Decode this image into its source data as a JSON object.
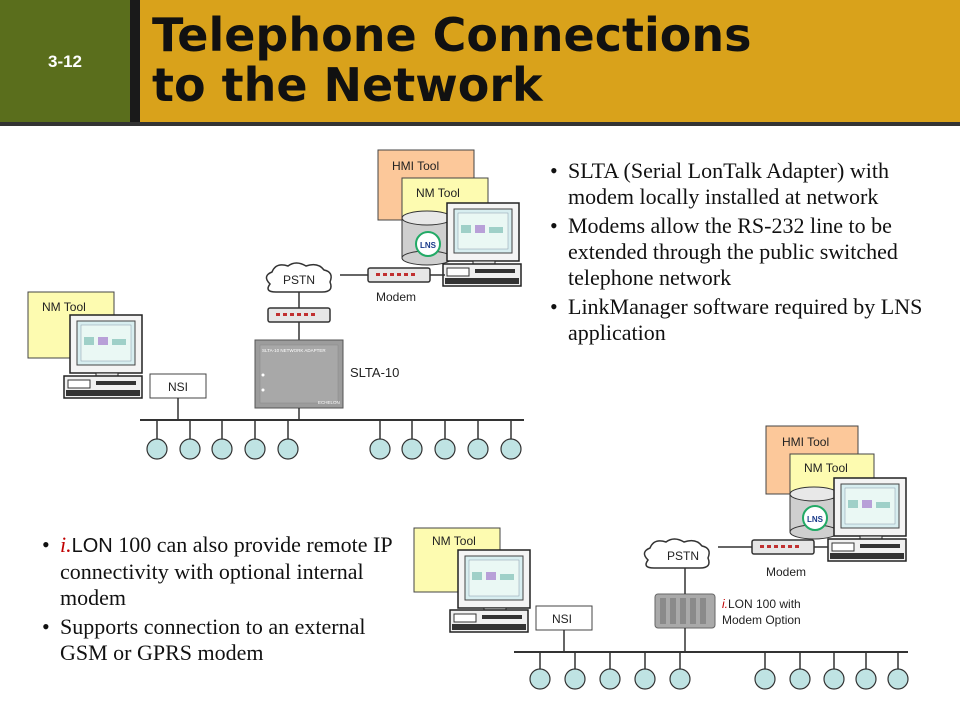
{
  "header": {
    "slide_number": "3-12",
    "title_line1": "Telephone Connections",
    "title_line2": "to the Network",
    "colors": {
      "green": "#5a6e1c",
      "gold": "#d9a21b"
    }
  },
  "bullets_top": [
    "SLTA (Serial LonTalk Adapter) with modem locally installed at network",
    "Modems allow the RS-232 line to be extended through the public switched telephone network",
    "LinkManager software required by LNS application"
  ],
  "bullets_bottom": {
    "ilon_prefix_i": "i.",
    "ilon_prefix_lon": "LON",
    "item1_rest": " 100 can also provide remote IP connectivity with optional internal modem",
    "item2": "Supports connection to an external GSM or GPRS modem"
  },
  "diagram_top": {
    "hmi_tool": "HMI Tool",
    "nm_tool_remote": "NM Tool",
    "nm_tool_local": "NM Tool",
    "pstn": "PSTN",
    "modem": "Modem",
    "slta": "SLTA-10",
    "nsi": "NSI",
    "lns_badge": "LNS",
    "slta_device_label": "SLTA-10 NETWORK ADAPTER",
    "slta_brand": "ECHELON"
  },
  "diagram_bottom": {
    "hmi_tool": "HMI Tool",
    "nm_tool_remote": "NM Tool",
    "nm_tool_local": "NM Tool",
    "pstn": "PSTN",
    "modem": "Modem",
    "ilon_caption_i": "i.",
    "ilon_caption_line1_rest": "LON 100 with",
    "ilon_caption_line2": "Modem Option",
    "nsi": "NSI",
    "lns_badge": "LNS"
  }
}
